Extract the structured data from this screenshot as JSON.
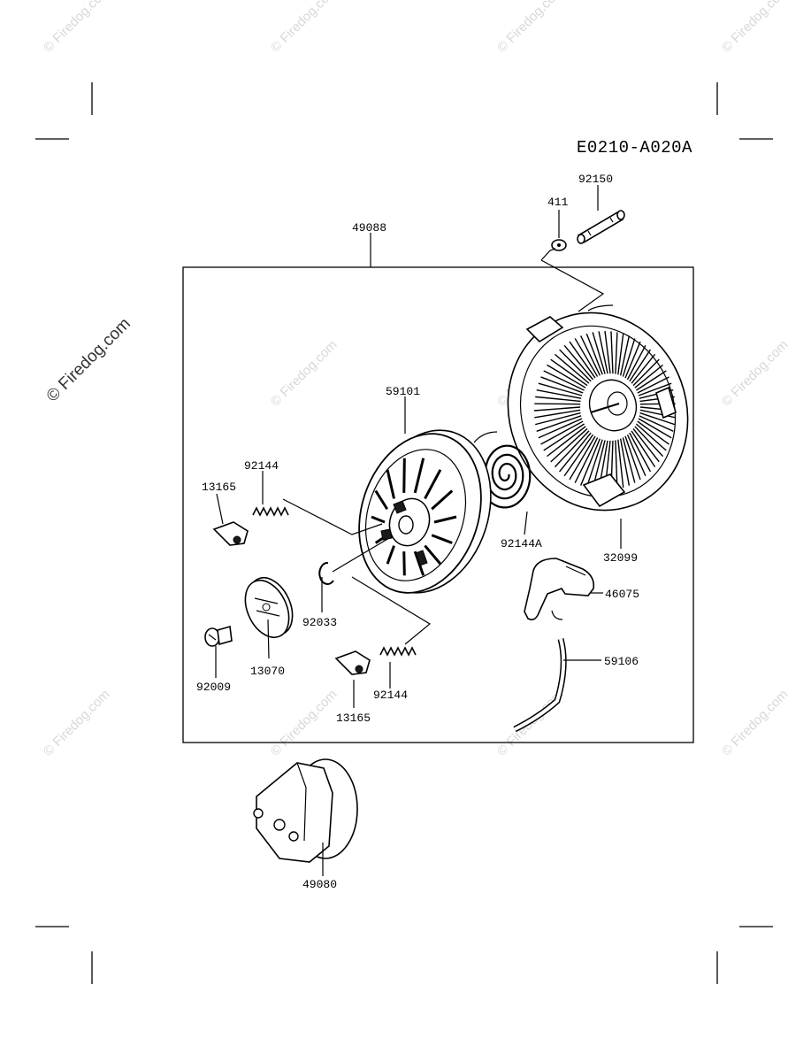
{
  "diagram": {
    "code": "E0210-A020A",
    "watermark": "© Firedog.com",
    "parts": [
      {
        "id": "p49088",
        "label": "49088"
      },
      {
        "id": "p411",
        "label": "411"
      },
      {
        "id": "p92150",
        "label": "92150"
      },
      {
        "id": "p59101",
        "label": "59101"
      },
      {
        "id": "p92144a",
        "label": "92144"
      },
      {
        "id": "p13165a",
        "label": "13165"
      },
      {
        "id": "p92144A",
        "label": "92144A"
      },
      {
        "id": "p32099",
        "label": "32099"
      },
      {
        "id": "p46075",
        "label": "46075"
      },
      {
        "id": "p92033",
        "label": "92033"
      },
      {
        "id": "p92009",
        "label": "92009"
      },
      {
        "id": "p13070",
        "label": "13070"
      },
      {
        "id": "p59106",
        "label": "59106"
      },
      {
        "id": "p92144b",
        "label": "92144"
      },
      {
        "id": "p13165b",
        "label": "13165"
      },
      {
        "id": "p49080",
        "label": "49080"
      }
    ]
  }
}
